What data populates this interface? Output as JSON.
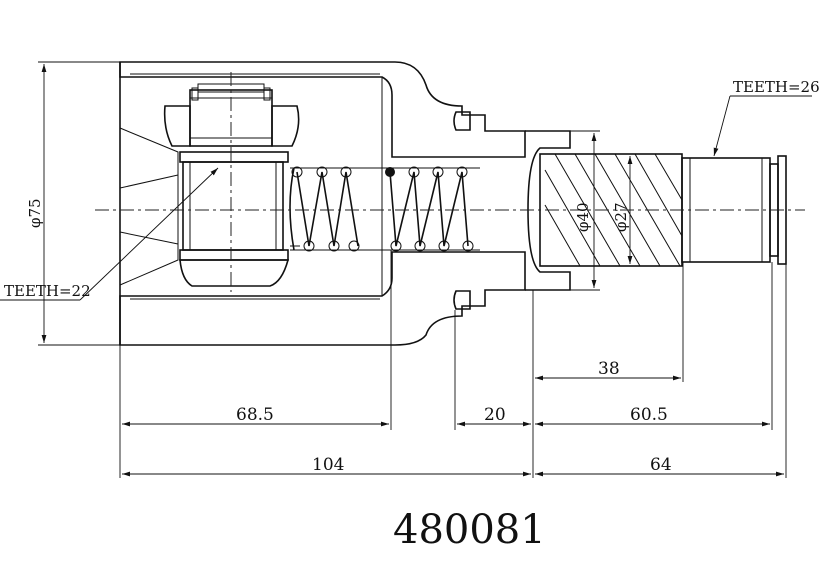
{
  "part_number": "480081",
  "labels": {
    "teeth_inner": "TEETH=22",
    "teeth_outer": "TEETH=26",
    "dia_housing": "φ75",
    "dia_shaft_outer": "φ40",
    "dia_shaft_inner": "φ27"
  },
  "dimensions": {
    "d_68_5": "68.5",
    "d_20": "20",
    "d_60_5": "60.5",
    "d_38": "38",
    "d_104": "104",
    "d_64": "64"
  }
}
